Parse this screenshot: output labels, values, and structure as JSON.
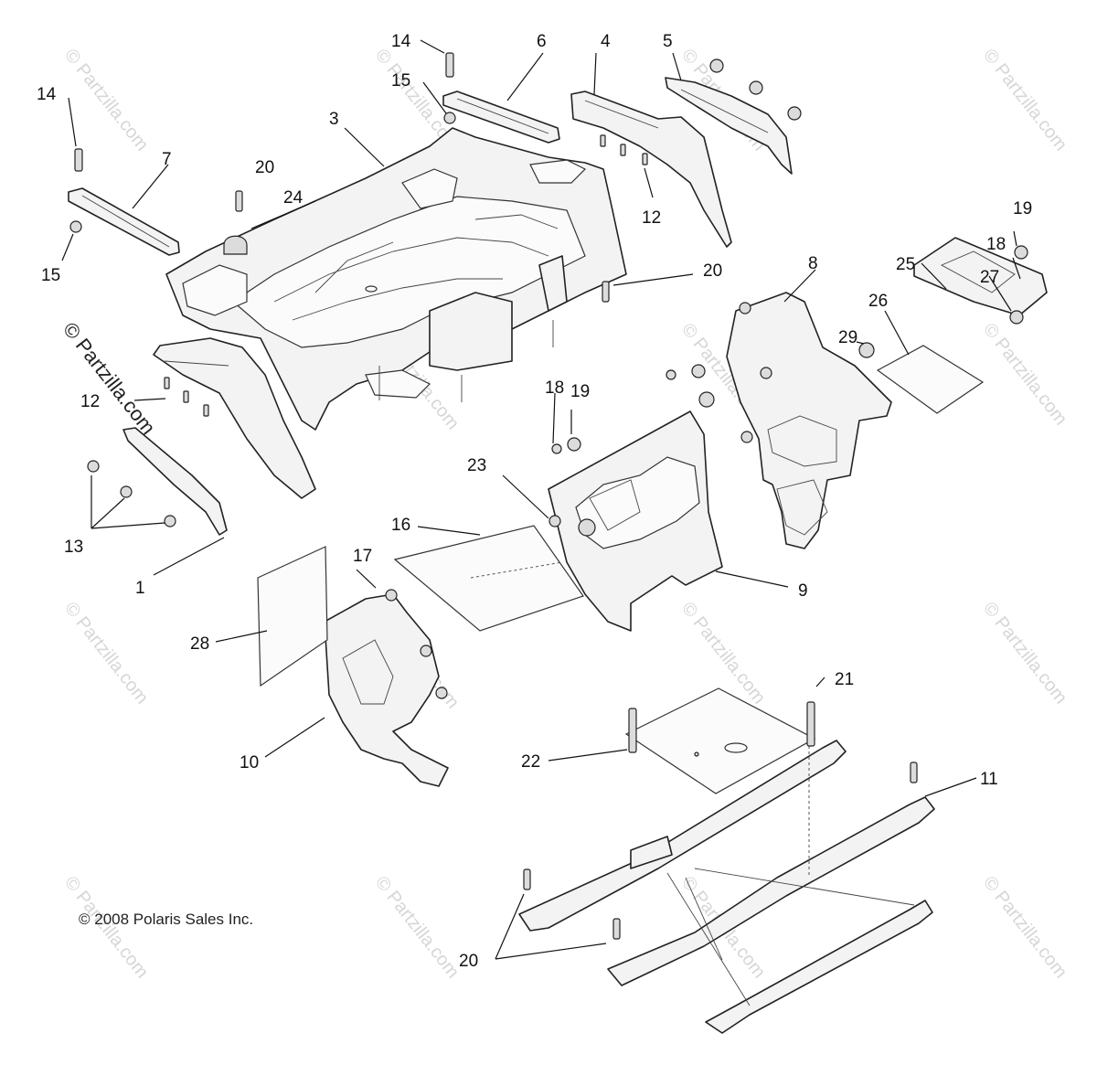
{
  "copyright": "© 2008 Polaris Sales Inc.",
  "watermark": "© Partzilla.com",
  "callouts": [
    {
      "key": "c1",
      "text": "1"
    },
    {
      "key": "c3",
      "text": "3"
    },
    {
      "key": "c4",
      "text": "4"
    },
    {
      "key": "c5",
      "text": "5"
    },
    {
      "key": "c6",
      "text": "6"
    },
    {
      "key": "c7",
      "text": "7"
    },
    {
      "key": "c8",
      "text": "8"
    },
    {
      "key": "c9",
      "text": "9"
    },
    {
      "key": "c10",
      "text": "10"
    },
    {
      "key": "c11",
      "text": "11"
    },
    {
      "key": "c12a",
      "text": "12"
    },
    {
      "key": "c12b",
      "text": "12"
    },
    {
      "key": "c13",
      "text": "13"
    },
    {
      "key": "c14a",
      "text": "14"
    },
    {
      "key": "c14b",
      "text": "14"
    },
    {
      "key": "c15a",
      "text": "15"
    },
    {
      "key": "c15b",
      "text": "15"
    },
    {
      "key": "c16",
      "text": "16"
    },
    {
      "key": "c17",
      "text": "17"
    },
    {
      "key": "c18a",
      "text": "18"
    },
    {
      "key": "c18b",
      "text": "18"
    },
    {
      "key": "c19a",
      "text": "19"
    },
    {
      "key": "c19b",
      "text": "19"
    },
    {
      "key": "c20a",
      "text": "20"
    },
    {
      "key": "c20b",
      "text": "20"
    },
    {
      "key": "c20c",
      "text": "20"
    },
    {
      "key": "c21",
      "text": "21"
    },
    {
      "key": "c22",
      "text": "22"
    },
    {
      "key": "c23",
      "text": "23"
    },
    {
      "key": "c24",
      "text": "24"
    },
    {
      "key": "c25",
      "text": "25"
    },
    {
      "key": "c26",
      "text": "26"
    },
    {
      "key": "c27",
      "text": "27"
    },
    {
      "key": "c28",
      "text": "28"
    },
    {
      "key": "c29",
      "text": "29"
    }
  ]
}
